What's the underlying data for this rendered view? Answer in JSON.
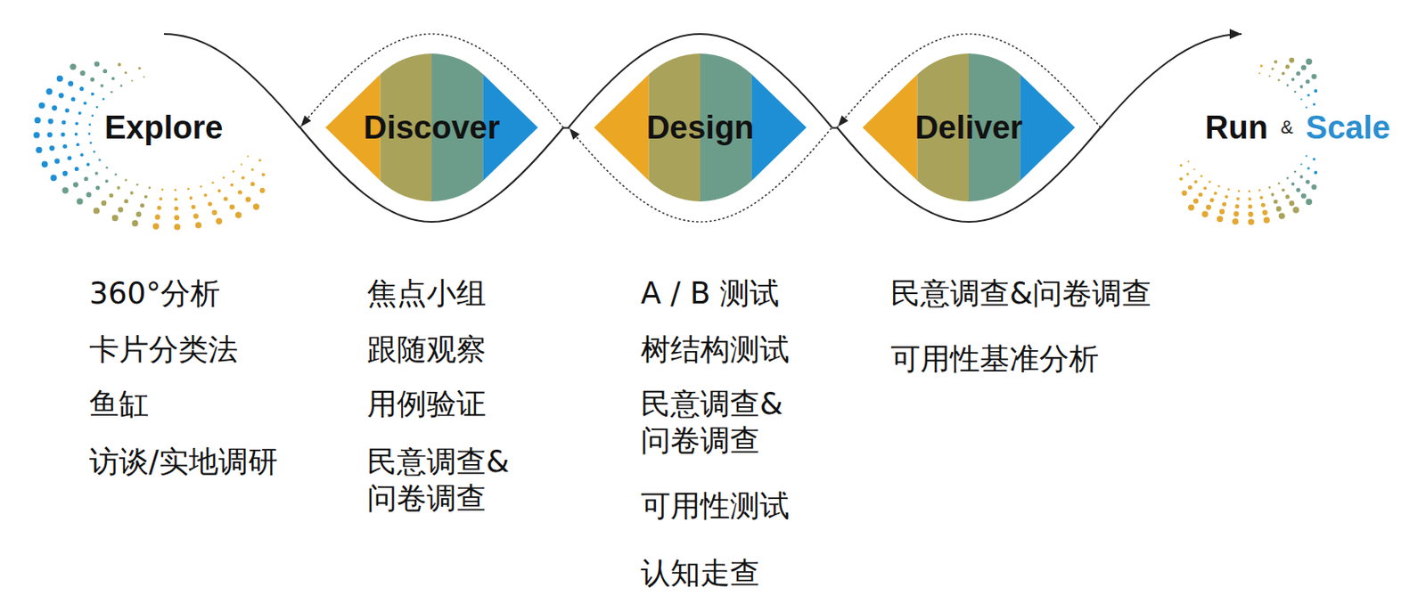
{
  "diagram": {
    "nodes": [
      {
        "text": [
          "Explore"
        ]
      },
      {
        "text": [
          "Discover"
        ]
      },
      {
        "text": [
          "Design"
        ]
      },
      {
        "text": [
          "Deliver"
        ]
      },
      {
        "text": [
          "Run",
          "&",
          "Scale"
        ]
      }
    ],
    "edges": [
      {
        "from": 0,
        "to": 1,
        "arrow": "none"
      },
      {
        "from": 1,
        "to": 2,
        "arrow": "none"
      },
      {
        "from": 2,
        "to": 3,
        "arrow": "none"
      },
      {
        "from": 3,
        "to": 4,
        "arrow": "to"
      }
    ],
    "labels": [
      "360°分析",
      "卡片分类法",
      "鱼缸",
      "访谈/实地调研",
      "焦点小组",
      "跟随观察",
      "用例验证",
      "民意调查& 问卷调查",
      "A / B 测试",
      "树结构测试",
      "民意调查& 问卷调查",
      "可用性测试",
      "认知走查",
      "民意调查&问卷调查",
      "可用性基准分析"
    ]
  }
}
